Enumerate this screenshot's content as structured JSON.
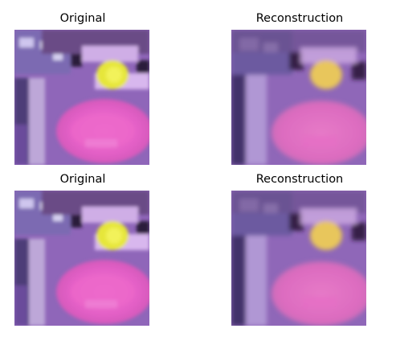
{
  "panels": [
    {
      "title": "Original",
      "kind": "original"
    },
    {
      "title": "Reconstruction",
      "kind": "reconstruction"
    },
    {
      "title": "Original",
      "kind": "original"
    },
    {
      "title": "Reconstruction",
      "kind": "reconstruction"
    }
  ],
  "colors": {
    "background": "#ffffff",
    "title_text": "#000000",
    "purple_base": "#8e63b5",
    "pink_blob": "#e35fc6",
    "yellow_spot": "#e6e63a",
    "dark_spots": "#2b1a3a",
    "light_lilac": "#cfaee6",
    "recon_pink": "#dd6cc0",
    "recon_yellow": "#e8c65b"
  }
}
